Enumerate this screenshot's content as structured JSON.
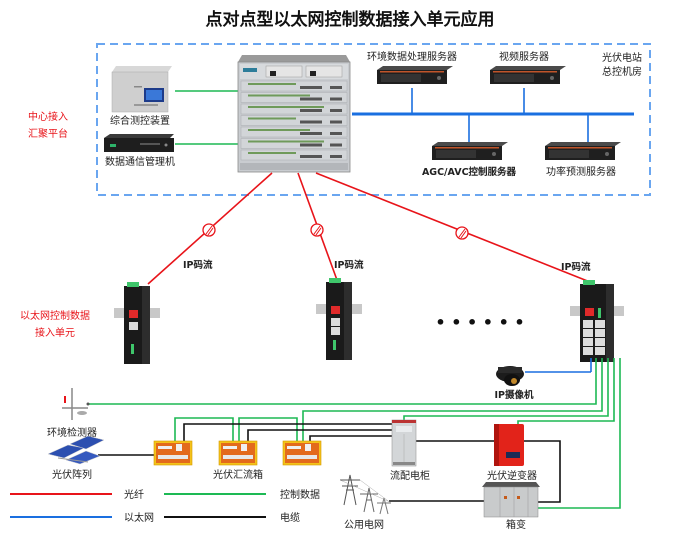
{
  "title": "点对点型以太网控制数据接入单元应用",
  "colors": {
    "fiber": "#e8141a",
    "ethernet": "#1a6fe0",
    "control_data": "#1db954",
    "cable": "#111111",
    "dashed_border": "#6aa6f0",
    "red_label": "#e8141a"
  },
  "control_room": {
    "side_label_line1": "中心接入",
    "side_label_line2": "汇聚平台",
    "corner_label_line1": "光伏电站",
    "corner_label_line2": "总控机房",
    "devices": {
      "integrated_monitor": "综合测控装置",
      "data_comm_manager": "数据通信管理机",
      "core_switch": "",
      "env_data_server": "环境数据处理服务器",
      "video_server": "视频服务器",
      "agc_avc_server": "AGC/AVC控制服务器",
      "power_forecast_server": "功率预测服务器"
    }
  },
  "access_units": {
    "side_label_line1": "以太网控制数据",
    "side_label_line2": "接入单元",
    "stream_label": "IP码流",
    "ellipsis": "• • • • • •",
    "fiber_link_icon": "fiber-link-icon"
  },
  "field_devices": {
    "ip_camera": "IP摄像机",
    "env_detector": "环境检测器",
    "pv_array": "光伏阵列",
    "pv_combiner_box": "光伏汇流箱",
    "distribution_cabinet": "流配电柜",
    "pv_inverter": "光伏逆变器",
    "public_grid": "公用电网",
    "box_transformer": "箱变"
  },
  "legend": [
    {
      "label": "光纤",
      "kind": "fiber"
    },
    {
      "label": "控制数据",
      "kind": "control_data"
    },
    {
      "label": "以太网",
      "kind": "ethernet"
    },
    {
      "label": "电缆",
      "kind": "cable"
    }
  ]
}
